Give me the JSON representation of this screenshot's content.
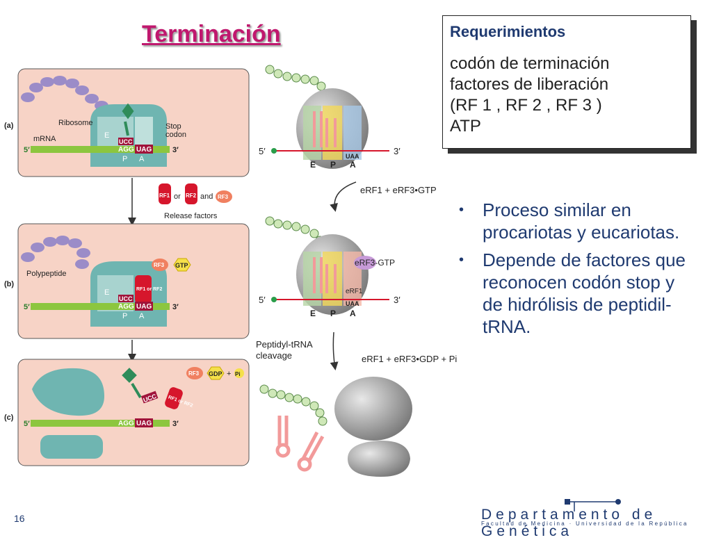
{
  "slide": {
    "title": "Terminación",
    "page_number": "16"
  },
  "requirements": {
    "heading": "Requerimientos",
    "lines": [
      "codón de terminación",
      "factores de liberación",
      "(RF 1 , RF 2 , RF 3 )",
      "ATP"
    ]
  },
  "bullets": [
    "Proceso similar en procariotas y eucariotas.",
    "Depende de factores que reconocen codón stop y de hidrólisis de peptidil-tRNA."
  ],
  "footer": {
    "department": "Departamento de Genética",
    "faculty": "Facultad de Medicina · Universidad de la República"
  },
  "left_diagram": {
    "panel_a": {
      "label": "(a)",
      "ribosome": "Ribosome",
      "mrna": "mRNA",
      "stop_codon": "Stop\ncodon",
      "site_e": "E",
      "site_p": "P",
      "site_a": "A",
      "anticodon": "UCC",
      "codon1": "AGG",
      "codon2": "UAG",
      "five": "5′",
      "three": "3′"
    },
    "release": {
      "rf1": "RF1",
      "or": "or",
      "rf2": "RF2",
      "and": "and",
      "rf3": "RF3",
      "caption": "Release factors"
    },
    "panel_b": {
      "label": "(b)",
      "polypeptide": "Polypeptide",
      "rf3": "RF3",
      "gtp": "GTP",
      "rf_stack": "RF1 or RF2",
      "site_e": "E",
      "site_p": "P",
      "site_a": "A",
      "anticodon": "UCC",
      "codon1": "AGG",
      "codon2": "UAG",
      "five": "5′",
      "three": "3′"
    },
    "panel_c": {
      "label": "(c)",
      "rf3": "RF3",
      "gdp": "GDP",
      "plus": "+",
      "pi": "Pi",
      "anticodon": "UCC",
      "rf_stack": "RF1 or RF2",
      "codon1": "AGG",
      "codon2": "UAG",
      "five": "5′",
      "three": "3′"
    }
  },
  "right_diagram": {
    "top": {
      "five": "5′",
      "three": "3′",
      "uaa": "UAA",
      "e": "E",
      "p": "P",
      "a": "A"
    },
    "arrow1": "eRF1 + eRF3•GTP",
    "middle": {
      "erf3_gtp": "eRF3-GTP",
      "erf1": "eRF1",
      "uaa": "UAA",
      "five": "5′",
      "three": "3′",
      "e": "E",
      "p": "P",
      "a": "A"
    },
    "cleavage": "Peptidyl-tRNA\ncleavage",
    "arrow2": "eRF1 + eRF3•GDP + Pi"
  },
  "colors": {
    "title": "#c0186e",
    "text_blue": "#1f3a70",
    "panel_bg": "#f7d3c6",
    "ribosome_teal": "#6fb5b1",
    "mrna_green": "#8cc63f",
    "rf_red": "#d6162c",
    "rf3_salmon": "#f08060",
    "gtp_yellow": "#f5e04a",
    "polypeptide_purple": "#9b8cc8"
  }
}
